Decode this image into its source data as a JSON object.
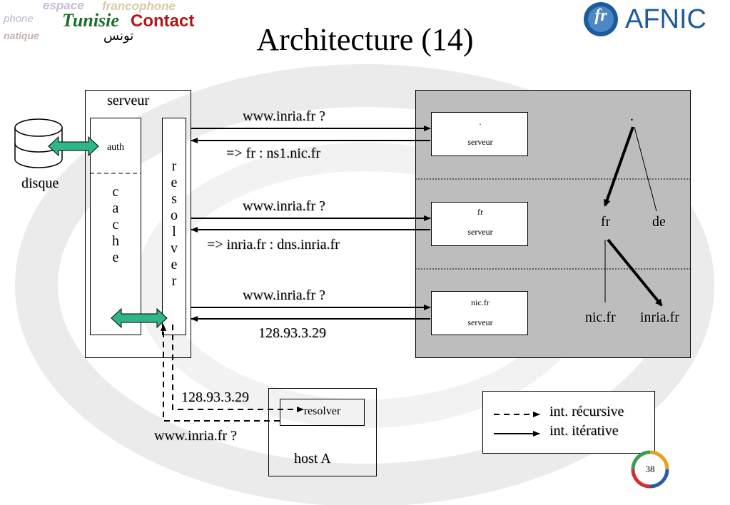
{
  "slide": {
    "title": "Architecture (14)",
    "page_number": "38"
  },
  "logos": {
    "tunisie": {
      "word1": "Tunisie",
      "word2": "Contact",
      "arabic": "تونس",
      "background_words": [
        "espace",
        "francophone",
        "phone",
        "natique"
      ]
    },
    "afnic": {
      "emblem": "fr",
      "name": "AFNIC"
    }
  },
  "client_server": {
    "title": "serveur",
    "auth_label": "auth",
    "cache_letters": "c\na\nc\nh\ne",
    "resolver_letters": "r\ne\ns\no\nl\nv\ne\nr"
  },
  "disk": {
    "label": "disque"
  },
  "dns_servers": [
    {
      "name": ".",
      "label": "serveur"
    },
    {
      "name": "fr",
      "label": "serveur"
    },
    {
      "name": "nic.fr",
      "label": "serveur"
    }
  ],
  "exchanges": [
    {
      "query": "www.inria.fr ?",
      "answer": "=> fr : ns1.nic.fr"
    },
    {
      "query": "www.inria.fr ?",
      "answer": "=> inria.fr : dns.inria.fr"
    },
    {
      "query": "www.inria.fr ?",
      "answer": "128.93.3.29"
    }
  ],
  "tree": {
    "root": ".",
    "fr": "fr",
    "de": "de",
    "nic_fr": "nic.fr",
    "inria_fr": "inria.fr"
  },
  "host": {
    "name": "host A",
    "resolver_label": "resolver",
    "reply_label": "128.93.3.29",
    "query_label": "www.inria.fr ?"
  },
  "legend": {
    "recursive": "int. récursive",
    "iterative": "int. itérative"
  },
  "colors": {
    "panel_gray": "#bdbdbd",
    "teal_arrow": "#2fb58a",
    "afnic_blue": "#1e5a9e"
  }
}
